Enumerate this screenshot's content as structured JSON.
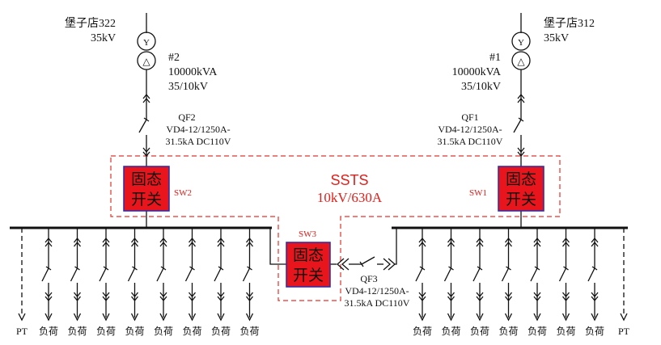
{
  "left_source": {
    "name": "堡子店322",
    "voltage": "35kV"
  },
  "right_source": {
    "name": "堡子店312",
    "voltage": "35kV"
  },
  "left_transformer": {
    "id": "#2",
    "capacity": "10000kVA",
    "ratio": "35/10kV",
    "primary_symbol": "Y",
    "secondary_symbol": "△"
  },
  "right_transformer": {
    "id": "#1",
    "capacity": "10000kVA",
    "ratio": "35/10kV",
    "primary_symbol": "Y",
    "secondary_symbol": "△"
  },
  "breaker_qf2": {
    "name": "QF2",
    "spec_line1": "VD4-12/1250A-",
    "spec_line2": "31.5kA DC110V"
  },
  "breaker_qf1": {
    "name": "QF1",
    "spec_line1": "VD4-12/1250A-",
    "spec_line2": "31.5kA DC110V"
  },
  "breaker_qf3": {
    "name": "QF3",
    "spec_line1": "VD4-12/1250A-",
    "spec_line2": "31.5kA DC110V"
  },
  "ssts": {
    "title": "SSTS",
    "rating": "10kV/630A"
  },
  "solid_state_switches": [
    {
      "label": "SW2",
      "text_line1": "固态",
      "text_line2": "开关"
    },
    {
      "label": "SW1",
      "text_line1": "固态",
      "text_line2": "开关"
    },
    {
      "label": "SW3",
      "text_line1": "固态",
      "text_line2": "开关"
    }
  ],
  "left_feeders": {
    "pt_label": "PT",
    "load_labels": [
      "负荷",
      "负荷",
      "负荷",
      "负荷",
      "负荷",
      "负荷",
      "负荷",
      "负荷"
    ]
  },
  "right_feeders": {
    "pt_label": "PT",
    "load_labels": [
      "负荷",
      "负荷",
      "负荷",
      "负荷",
      "负荷",
      "负荷",
      "负荷"
    ]
  },
  "colors": {
    "accent_red": "#e0201c",
    "switch_fill": "#e8161c",
    "switch_border": "#2a2aa8",
    "line": "#111111"
  }
}
